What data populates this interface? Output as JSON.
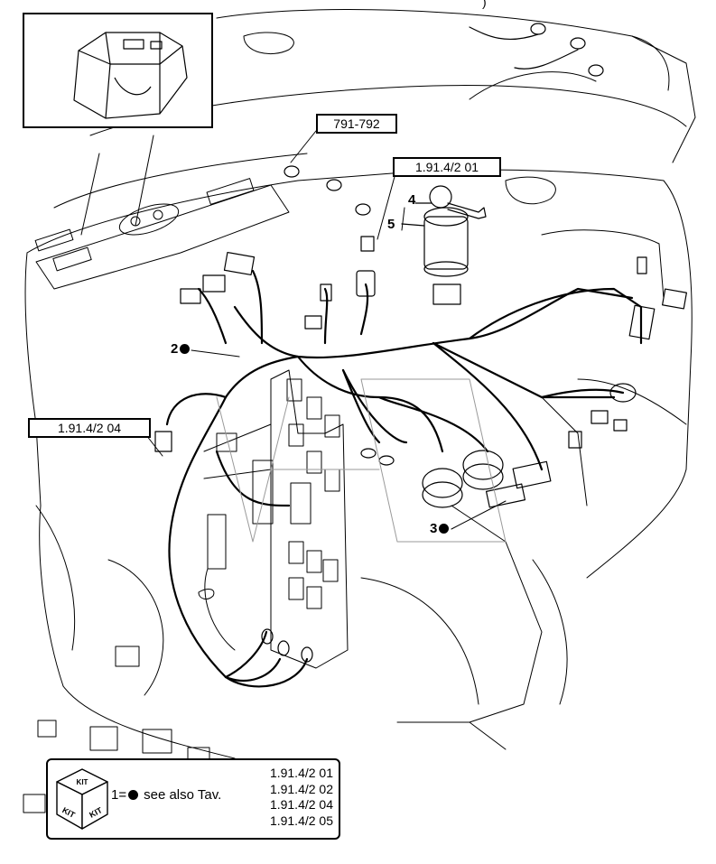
{
  "references": {
    "ref_791_792": "791-792",
    "ref_1_91_4_2_01": "1.91.4/2 01",
    "ref_1_91_4_2_04": "1.91.4/2 04"
  },
  "callouts": {
    "item_2": "2",
    "item_3": "3",
    "item_4": "4",
    "item_5": "5"
  },
  "legend": {
    "kit_text": "KIT",
    "prefix": "1=",
    "see_also": "see also Tav.",
    "refs": [
      "1.91.4/2 01",
      "1.91.4/2 02",
      "1.91.4/2 04",
      "1.91.4/2 05"
    ]
  },
  "top_right_mark": ")"
}
